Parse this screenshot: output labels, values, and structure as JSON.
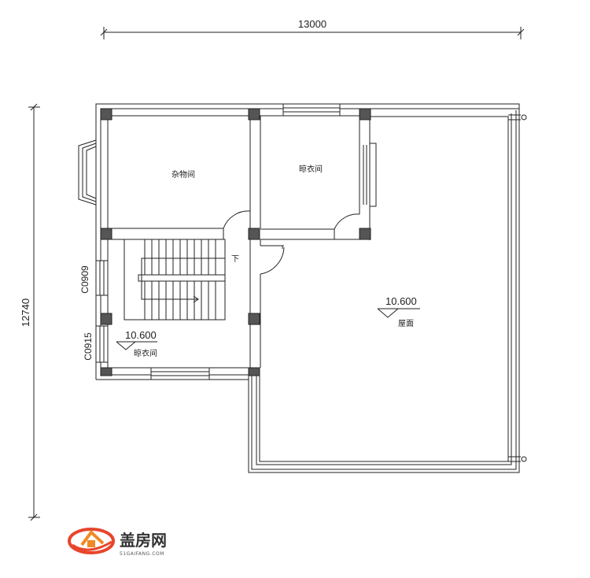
{
  "dimensions": {
    "width_label": "13000",
    "height_label": "12740"
  },
  "rooms": {
    "storage": "杂物间",
    "drying_upper": "晾衣间",
    "drying_lower": "晾衣间",
    "roof": "屋面"
  },
  "levels": {
    "stair_landing": "10.600",
    "roof": "10.600"
  },
  "stair_label": "下",
  "windows": {
    "w1": "C0909",
    "w2": "C0915"
  },
  "logo": {
    "name": "盖房网",
    "url": "51GAIFANG.COM"
  }
}
